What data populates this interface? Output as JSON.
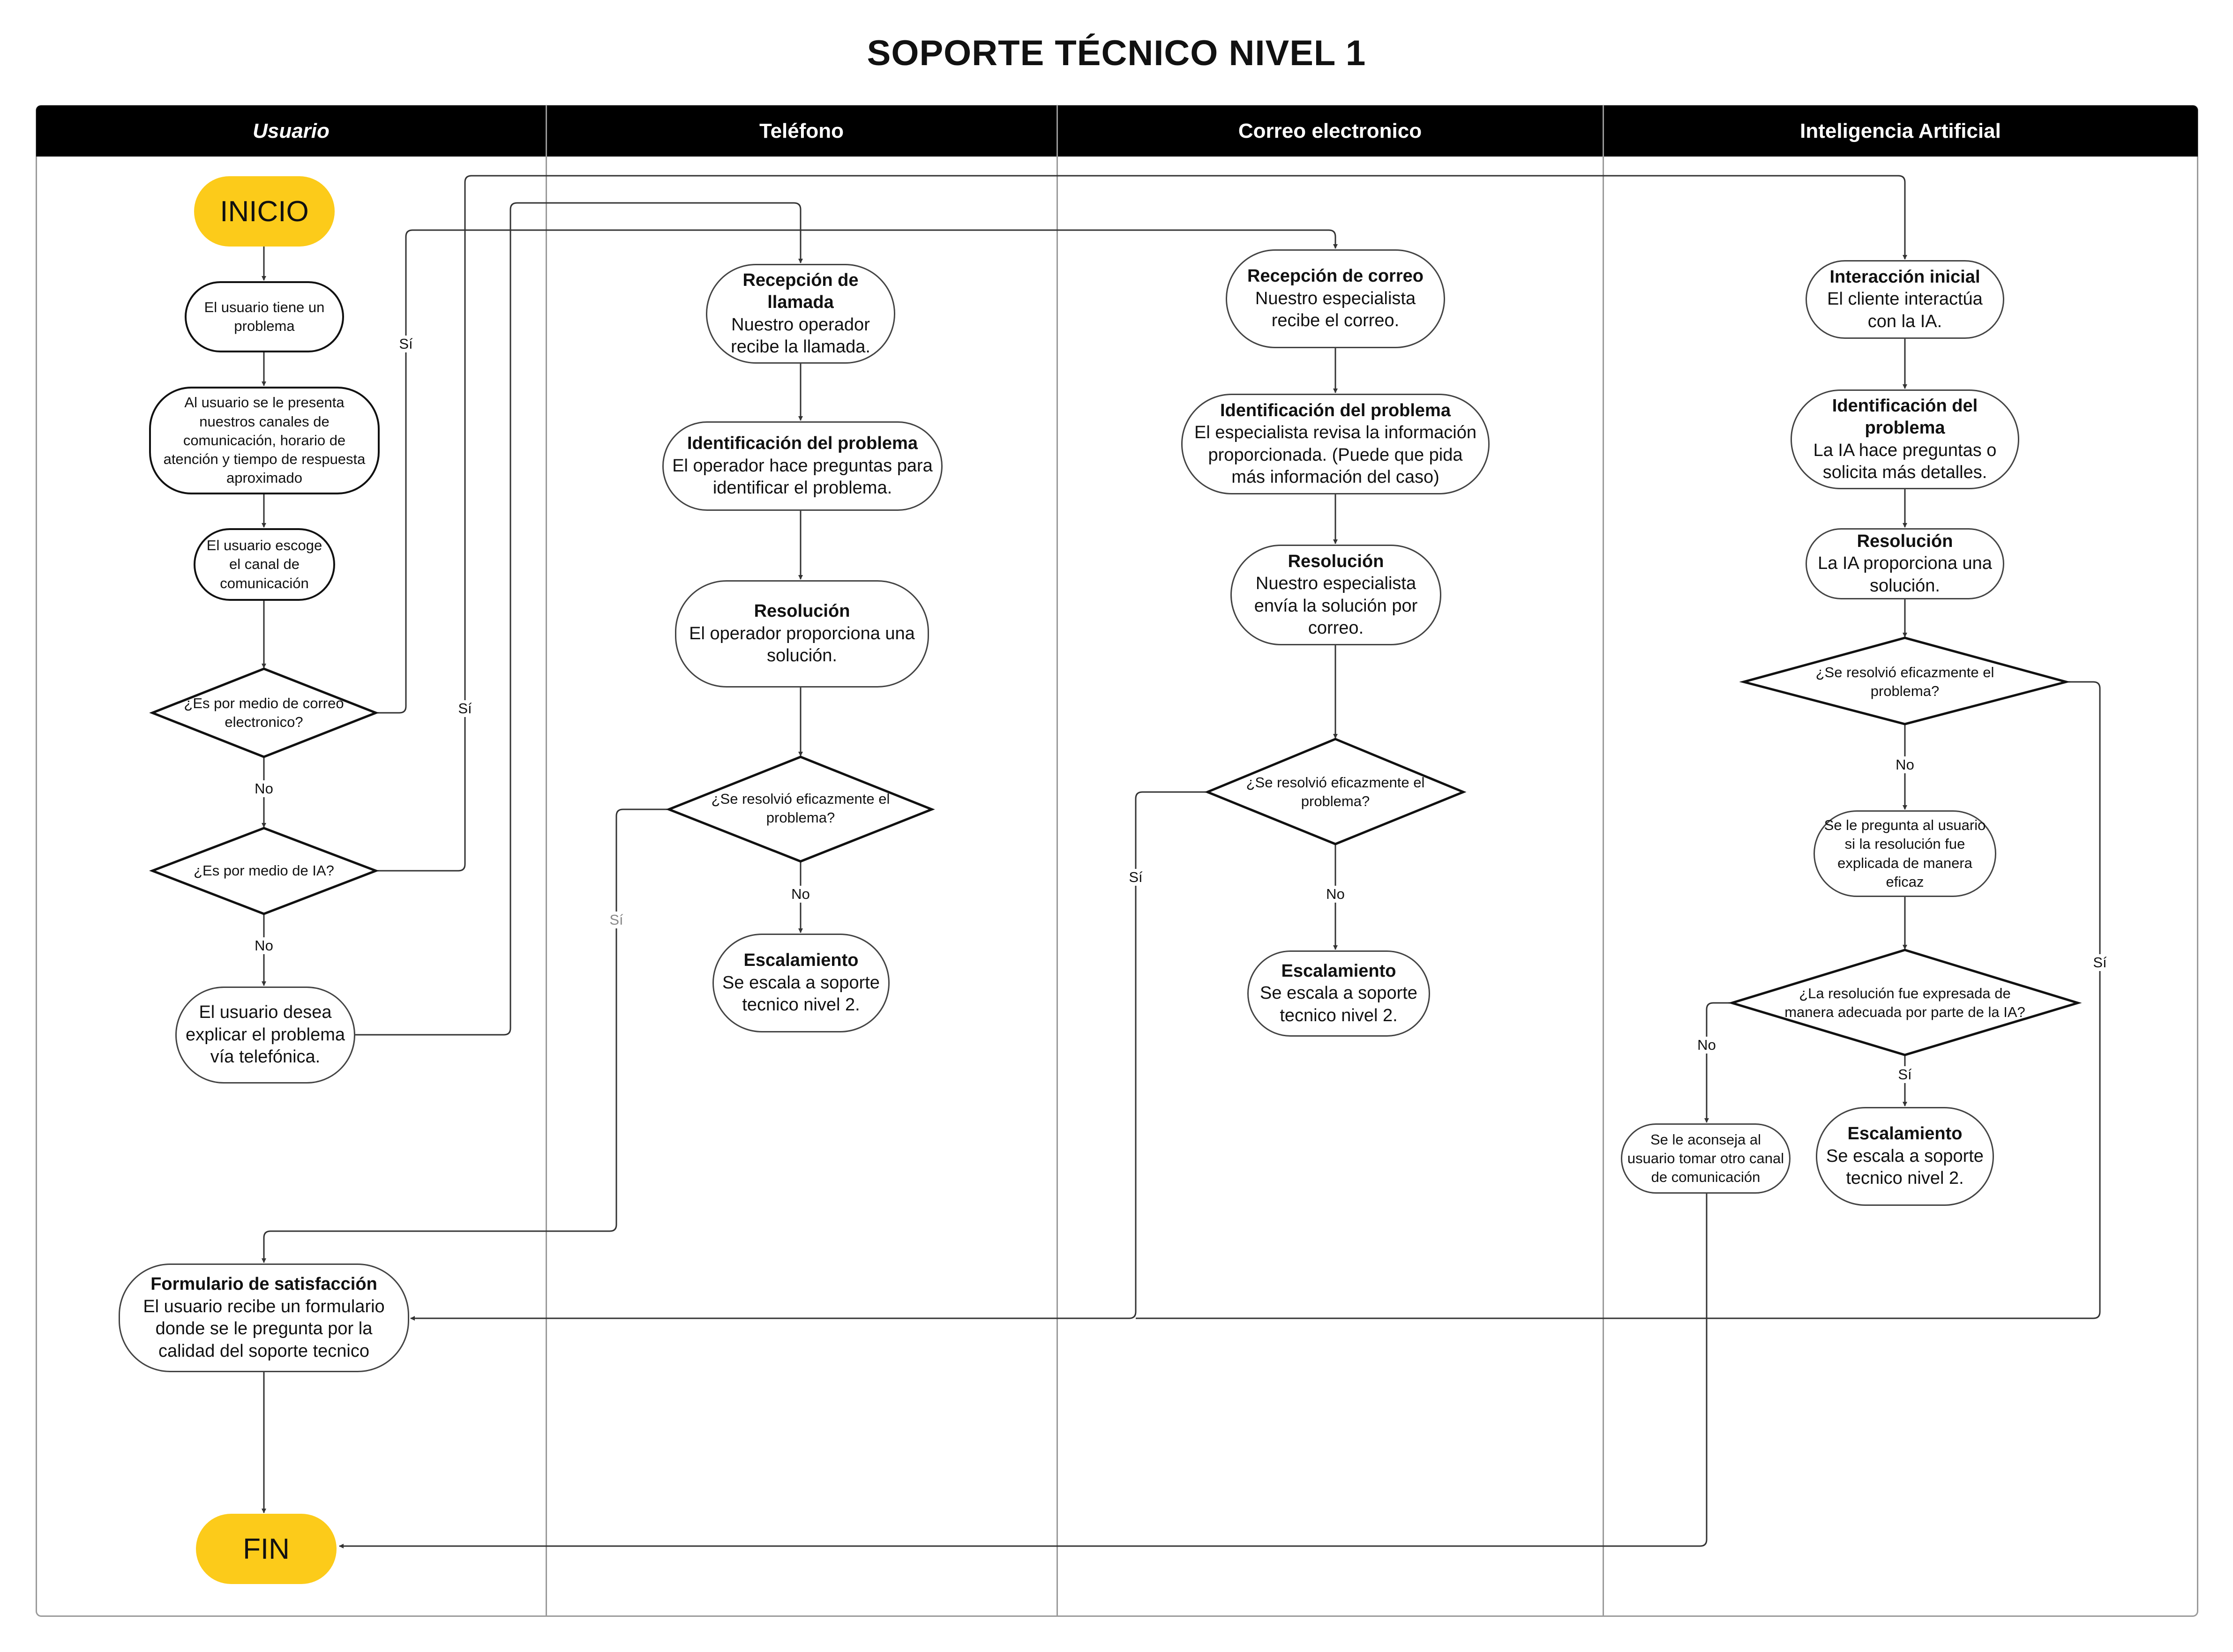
{
  "title": "SOPORTE TÉCNICO NIVEL 1",
  "lanes": [
    "Usuario",
    "Teléfono",
    "Correo electronico",
    "Inteligencia Artificial"
  ],
  "usuario": {
    "inicio": "INICIO",
    "tiene_problema": "El usuario tiene un problema",
    "canales": "Al usuario se le presenta nuestros canales de comunicación, horario de atención y tiempo de respuesta aproximado",
    "escoge_canal": "El usuario escoge el canal de comunicación",
    "es_correo": "¿Es por medio de correo electronico?",
    "es_ia": "¿Es por medio de IA?",
    "telefonica": "El usuario desea explicar el problema vía telefónica.",
    "formulario_title": "Formulario de satisfacción",
    "formulario_text": "El usuario recibe un formulario donde se le pregunta por la calidad del soporte tecnico",
    "fin": "FIN"
  },
  "telefono": {
    "recepcion_title": "Recepción de llamada",
    "recepcion_text": "Nuestro operador recibe la llamada.",
    "identificacion_title": "Identificación del problema",
    "identificacion_text": "El operador hace preguntas para identificar el problema.",
    "resolucion_title": "Resolución",
    "resolucion_text": "El operador proporciona una solución.",
    "decision": "¿Se resolvió eficazmente el problema?",
    "escalamiento_title": "Escalamiento",
    "escalamiento_text": "Se escala a soporte tecnico nivel 2."
  },
  "correo": {
    "recepcion_title": "Recepción de correo",
    "recepcion_text": "Nuestro especialista recibe el correo.",
    "identificacion_title": "Identificación del problema",
    "identificacion_text": "El especialista revisa la información proporcionada. (Puede que pida más información del caso)",
    "resolucion_title": "Resolución",
    "resolucion_text": "Nuestro especialista envía la solución por correo.",
    "decision": "¿Se resolvió eficazmente el problema?",
    "escalamiento_title": "Escalamiento",
    "escalamiento_text": "Se escala a soporte tecnico nivel 2."
  },
  "ia": {
    "interaccion_title": "Interacción inicial",
    "interaccion_text": "El cliente interactúa con la IA.",
    "identificacion_title": "Identificación del problema",
    "identificacion_text": "La IA hace preguntas o solicita más detalles.",
    "resolucion_title": "Resolución",
    "resolucion_text": "La IA proporciona una solución.",
    "decision1": "¿Se resolvió eficazmente el problema?",
    "pregunta": "Se le pregunta al usuario si la resolución fue explicada de manera eficaz",
    "decision2": "¿La resolución fue expresada de manera adecuada por parte de la IA?",
    "aconseja": "Se le aconseja al usuario tomar otro canal de comunicación",
    "escalamiento_title": "Escalamiento",
    "escalamiento_text": "Se escala a soporte tecnico nivel 2."
  },
  "labels": {
    "si": "Sí",
    "no": "No"
  }
}
